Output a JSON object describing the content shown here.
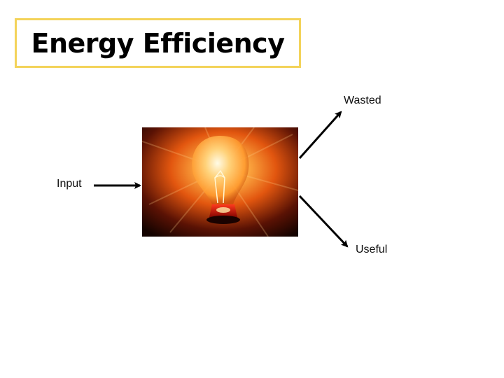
{
  "title": "Energy Efficiency",
  "labels": {
    "input": "Input",
    "wasted": "Wasted",
    "useful": "Useful"
  },
  "image": {
    "subject": "light-bulb-icon"
  },
  "colors": {
    "title_border": "#f3d35a",
    "arrow": "#000000",
    "glow": "#ff8a1c"
  }
}
